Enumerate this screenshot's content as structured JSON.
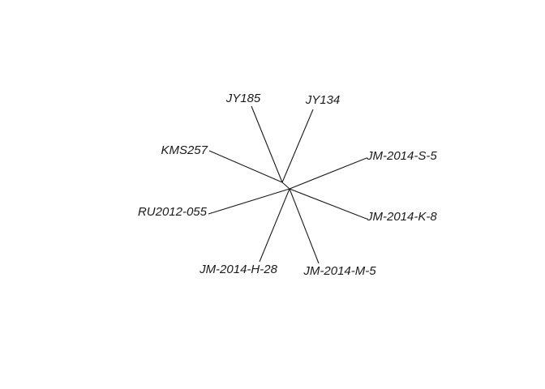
{
  "tree": {
    "type": "unrooted-phylogenetic-tree",
    "tips": [
      {
        "id": "jy185",
        "label": "JY185"
      },
      {
        "id": "jy134",
        "label": "JY134"
      },
      {
        "id": "kms257",
        "label": "KMS257"
      },
      {
        "id": "jm-2014-s-5",
        "label": "JM-2014-S-5"
      },
      {
        "id": "ru2012-055",
        "label": "RU2012-055"
      },
      {
        "id": "jm-2014-k-8",
        "label": "JM-2014-K-8"
      },
      {
        "id": "jm-2014-h-28",
        "label": "JM-2014-H-28"
      },
      {
        "id": "jm-2014-m-5",
        "label": "JM-2014-M-5"
      }
    ]
  }
}
